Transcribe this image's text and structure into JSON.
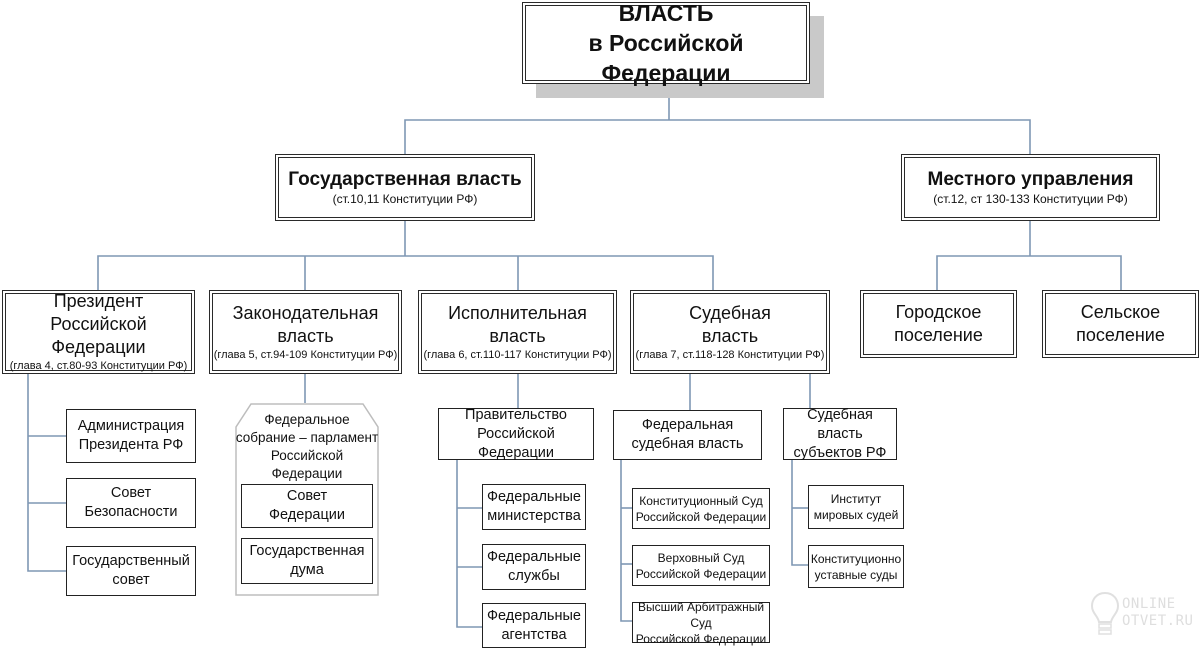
{
  "diagram": {
    "root": {
      "line1": "ВЛАСТЬ",
      "line2": "в Российской Федерации"
    },
    "state_power": {
      "title": "Государственная власть",
      "ref": "(ст.10,11 Конституции РФ)"
    },
    "local_government": {
      "title": "Местного управления",
      "ref": "(ст.12, ст 130-133 Конституции РФ)"
    },
    "president": {
      "line1": "Президент",
      "line2": "Российской Федерации",
      "ref": "(глава 4, ст.80-93 Конституции РФ)",
      "children": [
        {
          "line1": "Администрация",
          "line2": "Президента РФ"
        },
        {
          "line1": "Совет",
          "line2": "Безопасности"
        },
        {
          "line1": "Государственный",
          "line2": "совет"
        }
      ]
    },
    "legislative": {
      "line1": "Законодательная",
      "line2": "власть",
      "ref": "(глава 5, ст.94-109 Конституции РФ)",
      "parliament": {
        "line1": "Федеральное",
        "line2": "собрание – парламент",
        "line3": "Российской Федерации",
        "chambers": [
          {
            "line1": "Совет",
            "line2": "Федерации"
          },
          {
            "line1": "Государственная",
            "line2": "дума"
          }
        ]
      }
    },
    "executive": {
      "line1": "Исполнительная",
      "line2": "власть",
      "ref": "(глава 6, ст.110-117 Конституции РФ)",
      "government": {
        "line1": "Правительство",
        "line2": "Российской Федерации"
      },
      "children": [
        {
          "line1": "Федеральные",
          "line2": "министерства"
        },
        {
          "line1": "Федеральные",
          "line2": "службы"
        },
        {
          "line1": "Федеральные",
          "line2": "агентства"
        }
      ]
    },
    "judicial": {
      "line1": "Судебная",
      "line2": "власть",
      "ref": "(глава 7, ст.118-128 Конституции РФ)",
      "federal": {
        "line1": "Федеральная",
        "line2": "судебная власть",
        "children": [
          {
            "line1": "Конституционный Суд",
            "line2": "Российской Федерации"
          },
          {
            "line1": "Верховный Суд",
            "line2": "Российской Федерации"
          },
          {
            "line1": "Высший Арбитражный Суд",
            "line2": "Российской Федерации"
          }
        ]
      },
      "subjects": {
        "line1": "Судебная власть",
        "line2": "субъектов РФ",
        "children": [
          {
            "line1": "Институт",
            "line2": "мировых судей"
          },
          {
            "line1": "Конституционно",
            "line2": "уставные суды"
          }
        ]
      }
    },
    "urban": {
      "line1": "Городское",
      "line2": "поселение"
    },
    "rural": {
      "line1": "Сельское",
      "line2": "поселение"
    }
  },
  "watermark": {
    "line1": "ONLINE",
    "line2": "OTVET.RU",
    "icon": "lightbulb-icon"
  },
  "colors": {
    "connector": "#7f97b4",
    "border": "#2a2a2a",
    "shadow": "#c9c9c9"
  }
}
